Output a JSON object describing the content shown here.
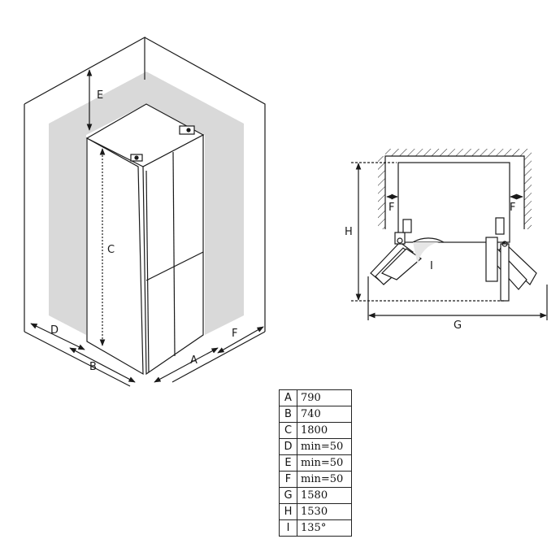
{
  "labels": {
    "A": "A",
    "B": "B",
    "C": "C",
    "D": "D",
    "E": "E",
    "F": "F",
    "G": "G",
    "H": "H",
    "I": "I"
  },
  "colors": {
    "line": "#1a1a1a",
    "shade": "#d9d9d9"
  },
  "table": [
    {
      "key": "A",
      "value": "790"
    },
    {
      "key": "B",
      "value": "740"
    },
    {
      "key": "C",
      "value": "1800"
    },
    {
      "key": "D",
      "value": "min=50"
    },
    {
      "key": "E",
      "value": "min=50"
    },
    {
      "key": "F",
      "value": "min=50"
    },
    {
      "key": "G",
      "value": "1580"
    },
    {
      "key": "H",
      "value": "1530"
    },
    {
      "key": "I",
      "value": "135°"
    }
  ]
}
